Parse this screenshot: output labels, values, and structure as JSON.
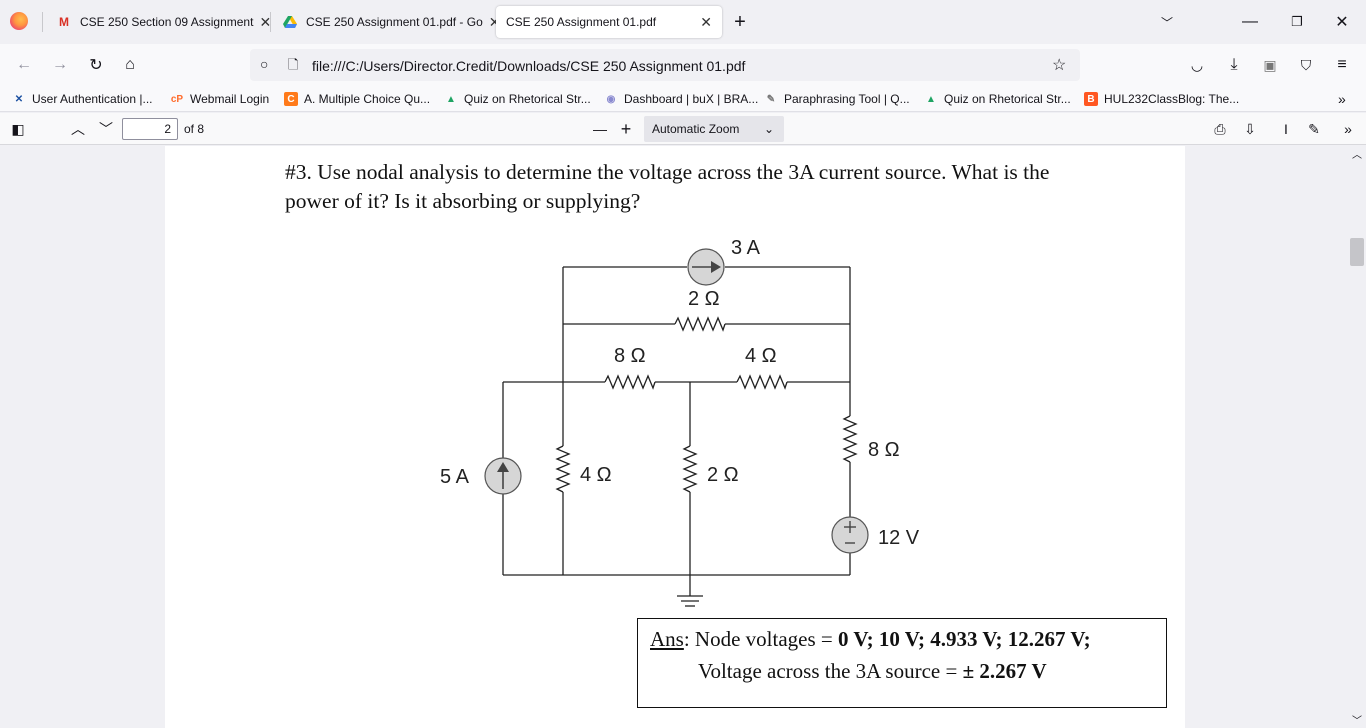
{
  "tabs": [
    {
      "label": "CSE 250 Section 09 Assignment",
      "icon": "gmail-icon"
    },
    {
      "label": "CSE 250 Assignment 01.pdf - Go",
      "icon": "drive-icon"
    },
    {
      "label": "CSE 250 Assignment 01.pdf",
      "icon": "none"
    }
  ],
  "url": "file:///C:/Users/Director.Credit/Downloads/CSE 250 Assignment 01.pdf",
  "bookmarks": [
    {
      "label": "User Authentication |...",
      "color": "#1a4fa0"
    },
    {
      "label": "Webmail Login",
      "color": "#ff6c2c"
    },
    {
      "label": "A. Multiple Choice Qu...",
      "color": "#ff7a1a"
    },
    {
      "label": "Quiz on Rhetorical Str...",
      "color": "#1fa463"
    },
    {
      "label": "Dashboard | buX | BRA...",
      "color": "#8a8ad0"
    },
    {
      "label": "Paraphrasing Tool | Q...",
      "color": "#777"
    },
    {
      "label": "Quiz on Rhetorical Str...",
      "color": "#1fa463"
    },
    {
      "label": "HUL232ClassBlog: The...",
      "color": "#ff5722"
    }
  ],
  "pdf": {
    "page_current": "2",
    "page_total": "of 8",
    "zoom": "Automatic Zoom"
  },
  "question": "#3. Use nodal analysis to determine the voltage across the 3A current source. What is the power of it? Is it absorbing or supplying?",
  "circuit": {
    "src_3a": "3 A",
    "r_top": "2 Ω",
    "r_8_mid": "8 Ω",
    "r_4_mid": "4 Ω",
    "r_8_right": "8 Ω",
    "src_5a": "5 A",
    "r_4_left": "4 Ω",
    "r_2_center": "2 Ω",
    "src_12v": "12 V"
  },
  "answer": {
    "ans_label": "Ans",
    "line1_text": ": Node voltages = ",
    "line1_values": "0 V; 10 V; 4.933 V; 12.267 V;",
    "line2_text": "Voltage across the 3A source = ",
    "line2_value": "± 2.267 V"
  }
}
